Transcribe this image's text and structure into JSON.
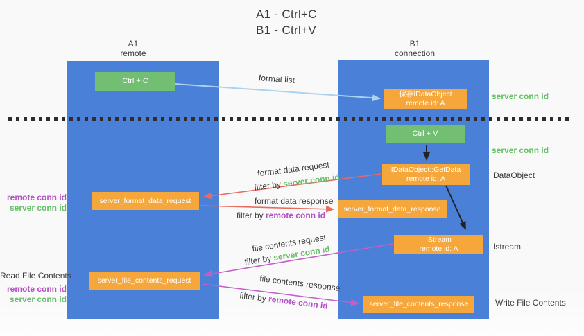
{
  "title": {
    "line1": "A1 - Ctrl+C",
    "line2": "B1 - Ctrl+V"
  },
  "columns": {
    "left": {
      "name": "A1",
      "subtitle": "remote"
    },
    "right": {
      "name": "B1",
      "subtitle": "connection"
    }
  },
  "boxes": {
    "ctrl_c": {
      "label": "Ctrl + C"
    },
    "save_dataobject": {
      "line1": "保存IDataObject",
      "line2": "remote id: A"
    },
    "ctrl_v": {
      "label": "Ctrl + V"
    },
    "getdata": {
      "line1": "IDataObject::GetData",
      "line2": "remote id: A"
    },
    "format_request": {
      "label": "server_format_data_request"
    },
    "format_response": {
      "label": "server_format_data_response"
    },
    "istream": {
      "line1": "IStream",
      "line2": "remote id: A"
    },
    "file_request": {
      "label": "server_file_contents_request"
    },
    "file_response": {
      "label": "server_file_contents_response"
    }
  },
  "arrow_labels": {
    "format_list": "format list",
    "format_data_request": "format data request",
    "format_data_response": "format data response",
    "file_contents_request": "file contents request",
    "file_contents_response": "file contents response",
    "filter_by": "filter by ",
    "server_conn_id": "server conn id",
    "remote_conn_id": "remote conn id"
  },
  "side_labels": {
    "right": [
      {
        "text": "server conn id",
        "color": "green"
      },
      {
        "text": "server conn id",
        "color": "green"
      },
      {
        "text": "DataObject",
        "color": "dark"
      },
      {
        "text": "Istream",
        "color": "dark"
      },
      {
        "text": "Write File Contents",
        "color": "dark"
      }
    ],
    "left": {
      "remote_conn_id_1": "remote conn id",
      "server_conn_id_1": "server conn id",
      "read_file_contents": "Read File Contents",
      "remote_conn_id_2": "remote conn id",
      "server_conn_id_2": "server conn id"
    }
  },
  "colors": {
    "column_blue": "#4a80d8",
    "box_green": "#72be72",
    "box_orange": "#f5a73c",
    "arrow_lightblue": "#a9d3ee",
    "arrow_red": "#e96a60",
    "arrow_magenta": "#c35fc9",
    "arrow_black": "#222222",
    "text_green": "#68bd68",
    "text_purple": "#b44fc6",
    "text_dark": "#3b3b3b"
  }
}
